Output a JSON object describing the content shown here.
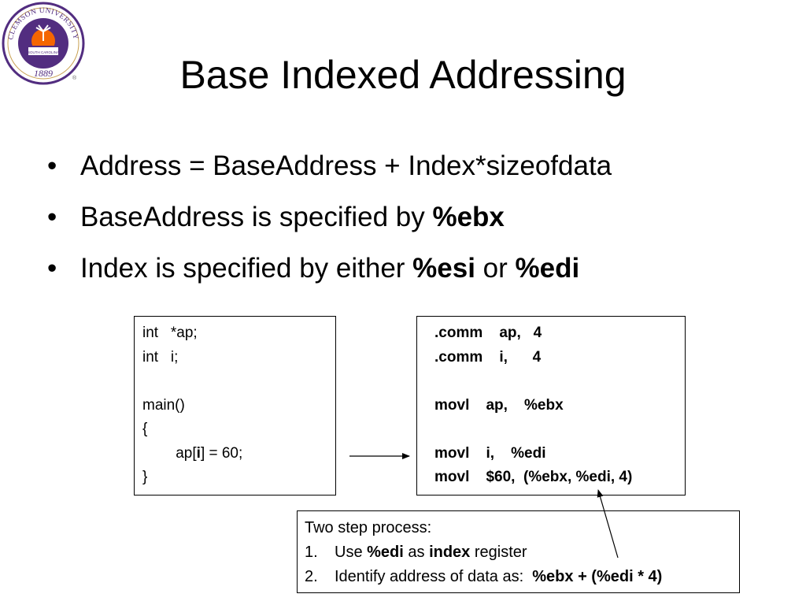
{
  "logo": {
    "top_text": "CLEMSON UNIVERSITY",
    "inner_text": "SOUTH CAROLINA",
    "year": "1889",
    "registered_mark": "®",
    "colors": {
      "ring": "#522d80",
      "sun": "#f56600",
      "gold": "#c8a050"
    }
  },
  "slide": {
    "title": "Base Indexed Addressing",
    "bullets": [
      {
        "text": "Address = BaseAddress + Index*sizeofdata"
      },
      {
        "text": "BaseAddress is specified by ",
        "bold1": "%ebx"
      },
      {
        "text": "Index  is specified by either ",
        "bold1": "%esi",
        "mid": " or ",
        "bold2": "%edi"
      }
    ]
  },
  "c_code": {
    "line1": "int   *ap;",
    "line2": "int   i;",
    "line3": "",
    "line4": "main()",
    "line5": "{",
    "line6_pre": "        ap[",
    "line6_bold": "i",
    "line6_post": "] = 60;",
    "line7": "}"
  },
  "asm_code": [
    ".comm    ap,   4",
    ".comm    i,      4",
    "",
    "movl    ap,    %ebx",
    "",
    "movl    i,    %edi",
    "movl    $60,  (%ebx, %edi, 4)"
  ],
  "note": {
    "heading": "Two step process:",
    "step1_num": "1.",
    "step1_pre": "Use ",
    "step1_b1": "%edi",
    "step1_mid": " as ",
    "step1_b2": "index",
    "step1_post": " register",
    "step2_num": "2.",
    "step2_pre": "Identify address of data as:  ",
    "step2_b": "%ebx + (%edi * 4)"
  }
}
